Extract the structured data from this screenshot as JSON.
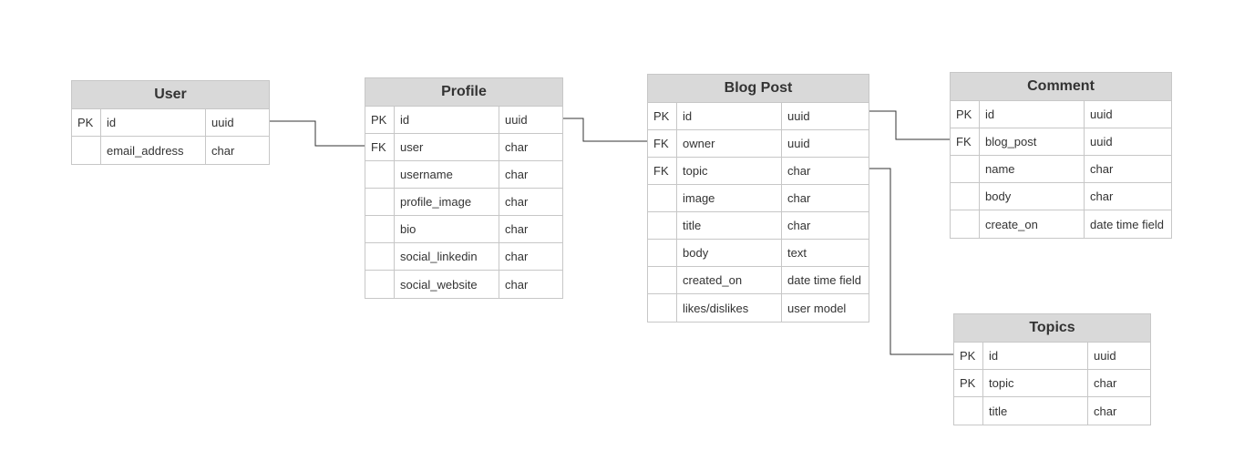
{
  "entities": {
    "user": {
      "title": "User",
      "fields": [
        {
          "key": "PK",
          "name": "id",
          "type": "uuid"
        },
        {
          "key": "",
          "name": "email_address",
          "type": "char"
        }
      ]
    },
    "profile": {
      "title": "Profile",
      "fields": [
        {
          "key": "PK",
          "name": "id",
          "type": "uuid"
        },
        {
          "key": "FK",
          "name": "user",
          "type": "char"
        },
        {
          "key": "",
          "name": "username",
          "type": "char"
        },
        {
          "key": "",
          "name": "profile_image",
          "type": "char"
        },
        {
          "key": "",
          "name": "bio",
          "type": "char"
        },
        {
          "key": "",
          "name": "social_linkedin",
          "type": "char"
        },
        {
          "key": "",
          "name": "social_website",
          "type": "char"
        }
      ]
    },
    "blogpost": {
      "title": "Blog Post",
      "fields": [
        {
          "key": "PK",
          "name": "id",
          "type": "uuid"
        },
        {
          "key": "FK",
          "name": "owner",
          "type": "uuid"
        },
        {
          "key": "FK",
          "name": "topic",
          "type": "char"
        },
        {
          "key": "",
          "name": "image",
          "type": "char"
        },
        {
          "key": "",
          "name": "title",
          "type": "char"
        },
        {
          "key": "",
          "name": "body",
          "type": "text"
        },
        {
          "key": "",
          "name": "created_on",
          "type": "date time field"
        },
        {
          "key": "",
          "name": "likes/dislikes",
          "type": "user model"
        }
      ]
    },
    "comment": {
      "title": "Comment",
      "fields": [
        {
          "key": "PK",
          "name": "id",
          "type": "uuid"
        },
        {
          "key": "FK",
          "name": "blog_post",
          "type": "uuid"
        },
        {
          "key": "",
          "name": "name",
          "type": "char"
        },
        {
          "key": "",
          "name": "body",
          "type": "char"
        },
        {
          "key": "",
          "name": "create_on",
          "type": "date time field"
        }
      ]
    },
    "topics": {
      "title": "Topics",
      "fields": [
        {
          "key": "PK",
          "name": "id",
          "type": "uuid"
        },
        {
          "key": "PK",
          "name": "topic",
          "type": "char"
        },
        {
          "key": "",
          "name": "title",
          "type": "char"
        }
      ]
    }
  },
  "relationships": [
    {
      "from": "user.id",
      "to": "profile.user"
    },
    {
      "from": "profile.id",
      "to": "blogpost.owner"
    },
    {
      "from": "blogpost.id",
      "to": "comment.blog_post"
    },
    {
      "from": "blogpost.topic",
      "to": "topics.id"
    }
  ],
  "colors": {
    "header_background": "#d9d9d9",
    "border": "#c7c7c7",
    "connector": "#333333",
    "text": "#333333"
  }
}
